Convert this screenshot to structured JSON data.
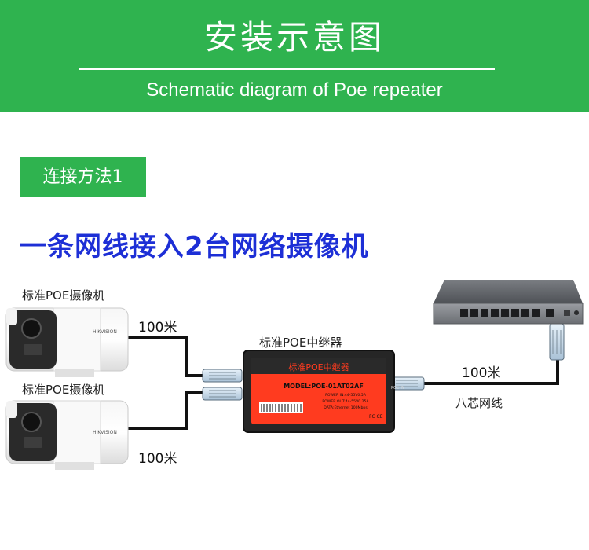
{
  "header": {
    "title_cn": "安装示意图",
    "title_en": "Schematic diagram of Poe repeater"
  },
  "method": {
    "label": "连接方法1"
  },
  "subtitle": "一条网线接入2台网络摄像机",
  "cameras": [
    {
      "label": "标准POE摄像机",
      "brand": "HIKVISION"
    },
    {
      "label": "标准POE摄像机",
      "brand": "HIKVISION"
    }
  ],
  "repeater": {
    "label": "标准POE中继器",
    "panel_title": "标准POE中继器",
    "model": "MODEL:POE-01AT02AF",
    "power_in": "POWER IN:44-55V0.5A",
    "power_out": "POWER OUT:44-55V0.25A",
    "data": "DATA:Ethernet 100Mbps",
    "side_text": "POE IN",
    "fc_mark": "FC CE"
  },
  "distances": {
    "cam1": "100米",
    "cam2": "100米",
    "switch": "100米"
  },
  "cable_label": "八芯网线",
  "colors": {
    "header_green": "#2fb34f",
    "subtitle_blue": "#1d2fd6",
    "panel_red": "#ff3b1f"
  }
}
